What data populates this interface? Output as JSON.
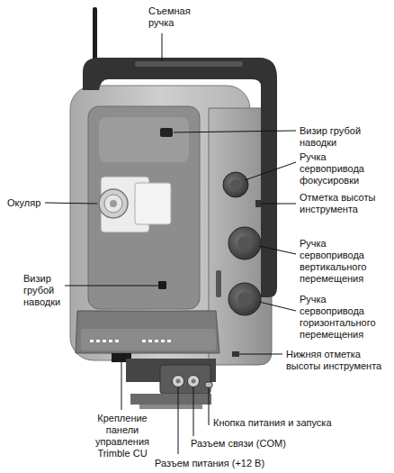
{
  "diagram": {
    "labels": [
      "Съемная ручка",
      "Визир грубой наводки",
      "Ручка сервопривода фокусировки",
      "Окуляр",
      "Отметка высоты инструмента",
      "Ручка сервопривода вертикального перемещения",
      "Визир грубой наводки",
      "Ручка сервопривода горизонтального перемещения",
      "Нижняя отметка высоты инструмента",
      "Кнопка питания и запуска",
      "Крепление панели управления Trimble CU",
      "Разъем связи (COM)",
      "Разъем питания (+12 В)"
    ]
  }
}
